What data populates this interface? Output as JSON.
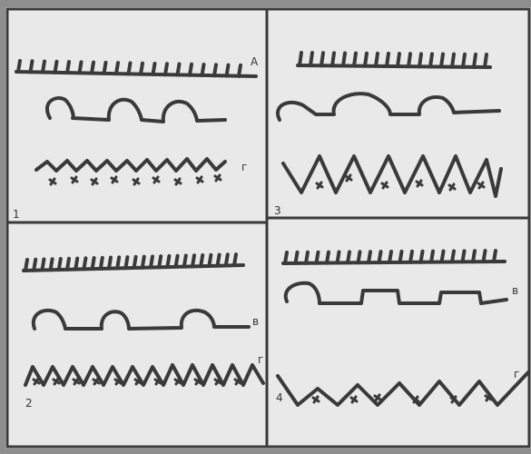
{
  "panels": [
    {
      "number": "1",
      "rows": [
        {
          "letter": "А"
        },
        {
          "letter": ""
        },
        {
          "letter": "г"
        }
      ]
    },
    {
      "number": "2",
      "rows": [
        {
          "letter": ""
        },
        {
          "letter": "в"
        },
        {
          "letter": "г"
        }
      ]
    },
    {
      "number": "3",
      "rows": [
        {
          "letter": ""
        },
        {
          "letter": ""
        },
        {
          "letter": ""
        }
      ]
    },
    {
      "number": "4",
      "rows": [
        {
          "letter": ""
        },
        {
          "letter": "в"
        },
        {
          "letter": "г"
        }
      ]
    }
  ],
  "colors": {
    "paper": "#e9e9e9",
    "ink": "#3a3a3a",
    "frame": "#8e8e8e"
  }
}
